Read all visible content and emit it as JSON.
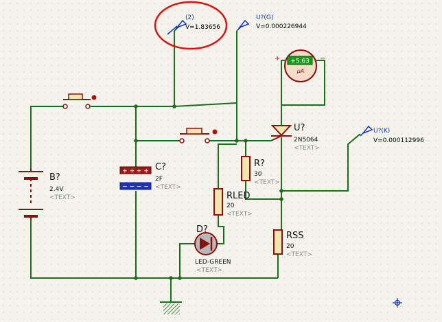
{
  "probes": [
    {
      "name": "(2)",
      "reading": "V=1.83656"
    },
    {
      "name": "U?(G)",
      "reading": "V=0.000226944"
    },
    {
      "name": "U?(K)",
      "reading": "V=0.000112996"
    }
  ],
  "meter": {
    "display": "+5.63",
    "unit": "μA",
    "plus": "+",
    "minus": "−"
  },
  "components": {
    "battery": {
      "ref": "B?",
      "value": "2.4V",
      "text": "<TEXT>"
    },
    "capacitor": {
      "ref": "C?",
      "value": "2F",
      "text": "<TEXT>"
    },
    "scr": {
      "ref": "U?",
      "value": "2N5064",
      "text": "<TEXT>"
    },
    "resistor_r": {
      "ref": "R?",
      "value": "30",
      "text": "<TEXT>"
    },
    "resistor_rled": {
      "ref": "RLED",
      "value": "20",
      "text": "<TEXT>"
    },
    "resistor_rss": {
      "ref": "RSS",
      "value": "20",
      "text": "<TEXT>"
    },
    "led": {
      "ref": "D?",
      "value": "LED-GREEN",
      "text": "<TEXT>"
    }
  },
  "colors": {
    "wire": "#1f6b1f",
    "component_body": "#8a1010",
    "component_fill": "#f5e6b0",
    "probe": "#1030c0",
    "highlight": "#e01010",
    "meter_display": "#1a9a1a"
  }
}
